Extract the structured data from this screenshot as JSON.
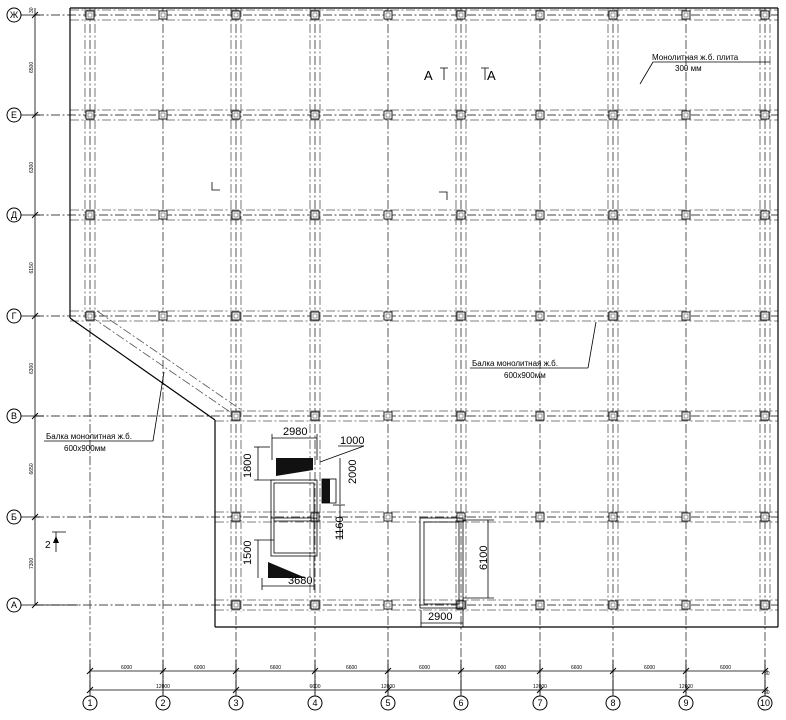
{
  "axes": {
    "numbers": [
      "1",
      "2",
      "3",
      "4",
      "5",
      "6",
      "7",
      "8",
      "9",
      "10"
    ],
    "letters": [
      "Ж",
      "Е",
      "Д",
      "Г",
      "В",
      "Б",
      "А"
    ]
  },
  "dimensions": {
    "bottom_row1": [
      "6000",
      "6000",
      "6600",
      "6600",
      "6000",
      "6000",
      "6600",
      "6000",
      "6000",
      "6600"
    ],
    "bottom_row2": [
      "12000",
      "6600",
      "12000",
      "12000",
      "12600"
    ],
    "bottom_edge_marks": [
      "30",
      "30"
    ],
    "left_spans": [
      "6500",
      "6300",
      "6150",
      "6300",
      "6650",
      "7300"
    ],
    "left_top_mark": "30"
  },
  "annotations": {
    "slab": {
      "line1": "Монолитная ж.б. плита",
      "line2": "300 мм"
    },
    "beam_right": {
      "line1": "Балка монолитная ж.б.",
      "line2": "600x900мм"
    },
    "beam_left": {
      "line1": "Балка монолитная ж.б.",
      "line2": "600x900мм"
    },
    "section_left": "А",
    "section_right": "А",
    "section_two": "2"
  },
  "openings": {
    "width_top": "2980",
    "side_1000": "1000",
    "height_2000": "2000",
    "height_1800": "1800",
    "height_1160": "1160",
    "height_1500": "1500",
    "width_bottom": "3680",
    "right_height": "6100",
    "right_width": "2900"
  }
}
